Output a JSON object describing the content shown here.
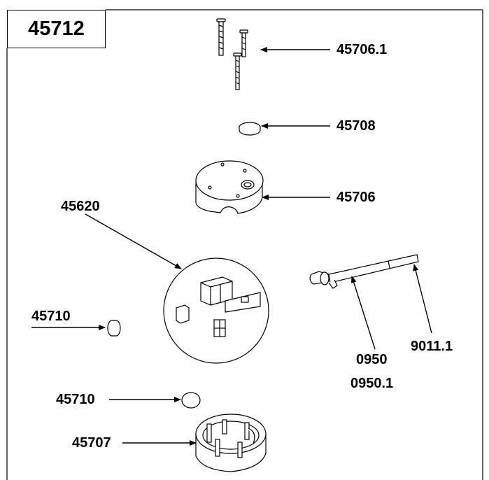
{
  "diagram": {
    "title": "45712",
    "labels": {
      "screws": "45706.1",
      "cap": "45708",
      "cover": "45706",
      "board": "45620",
      "button_left": "45710",
      "button_lower": "45710",
      "base": "45707",
      "rod_a": "0950",
      "rod_b": "0950.1",
      "rod_tip": "9011.1"
    }
  }
}
